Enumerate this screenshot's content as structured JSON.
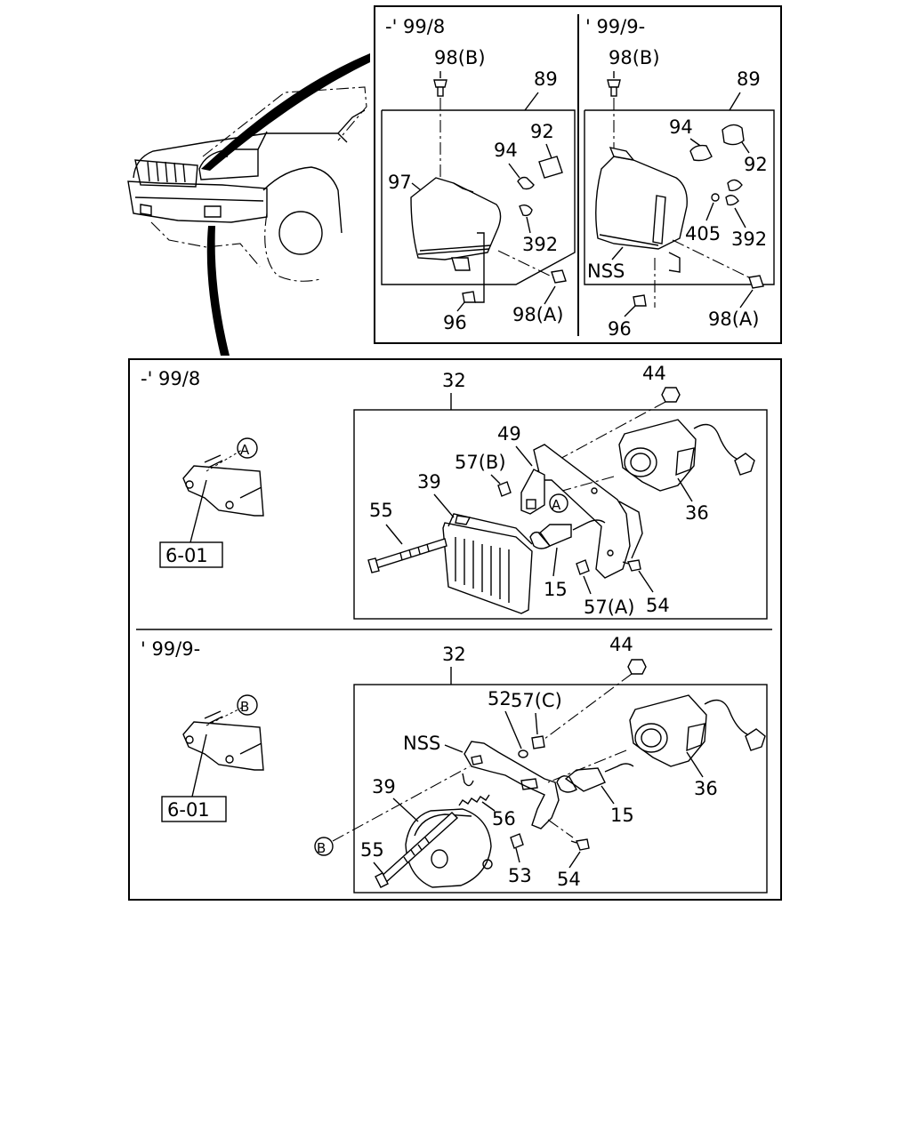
{
  "top_panel": {
    "left": {
      "period": "-' 99/8",
      "labels": {
        "b98b": "98(B)",
        "p89": "89",
        "p92": "92",
        "p94": "94",
        "p97": "97",
        "p392": "392",
        "p96": "96",
        "b98a": "98(A)"
      }
    },
    "right": {
      "period": "' 99/9-",
      "labels": {
        "b98b": "98(B)",
        "p89": "89",
        "p94": "94",
        "p92": "92",
        "p405": "405",
        "p392": "392",
        "nss": "NSS",
        "p96": "96",
        "b98a": "98(A)"
      }
    }
  },
  "bottom_panel": {
    "upper": {
      "period": "-' 99/8",
      "ref_circle": "A",
      "ref_box": "6-01",
      "labels": {
        "p32": "32",
        "p44": "44",
        "p49": "49",
        "p57b": "57(B)",
        "p39": "39",
        "circA": "A",
        "p36": "36",
        "p55": "55",
        "p15": "15",
        "p57a": "57(A)",
        "p54": "54"
      }
    },
    "lower": {
      "period": "' 99/9-",
      "ref_circle": "B",
      "ref_box": "6-01",
      "labels": {
        "p32": "32",
        "p44": "44",
        "p57c": "57(C)",
        "p52": "52",
        "nss": "NSS",
        "p39": "39",
        "p56": "56",
        "p15": "15",
        "p36": "36",
        "circB": "B",
        "p55": "55",
        "p53": "53",
        "p54": "54"
      }
    }
  }
}
